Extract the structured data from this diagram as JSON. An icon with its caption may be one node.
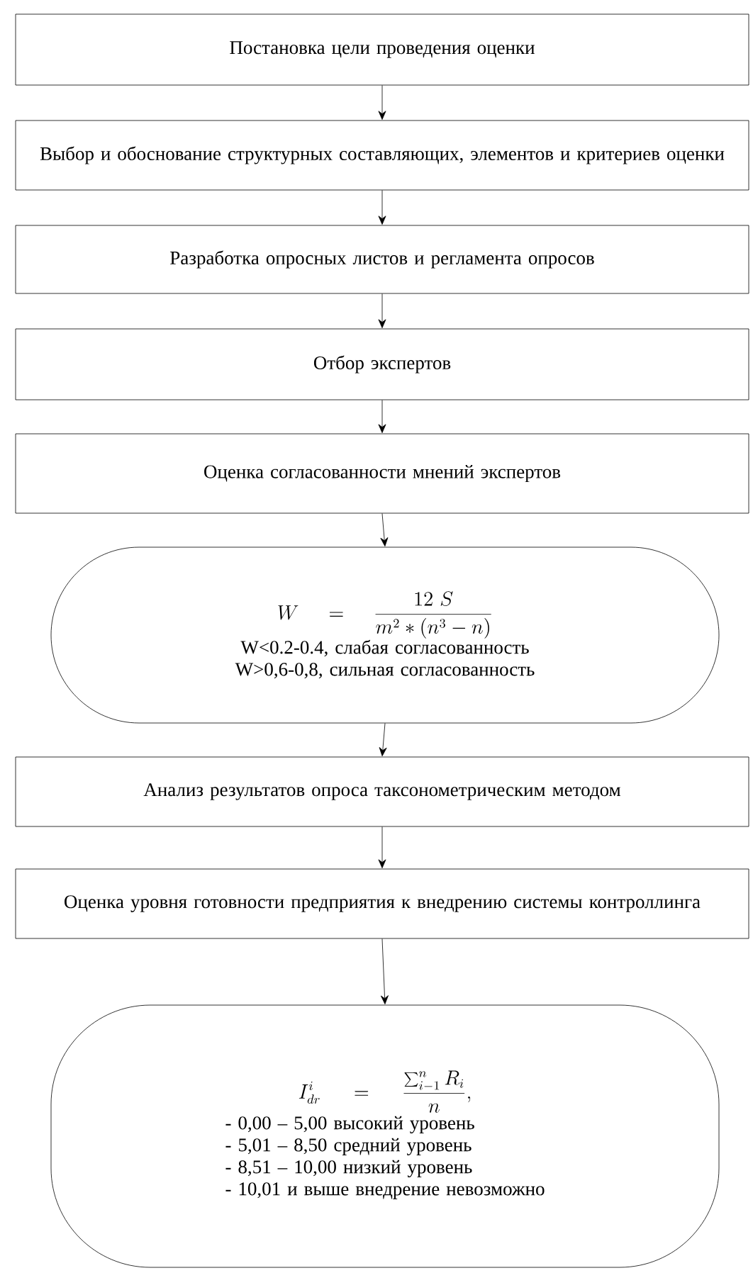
{
  "diagram": {
    "nodes": [
      {
        "text": [
          "Постановка цели проведения оценки"
        ]
      },
      {
        "text": [
          "Выбор и обоснование структурных составляющих, элементов и критериев оценки"
        ]
      },
      {
        "text": [
          "Разработка опросных листов и регламента опросов"
        ]
      },
      {
        "text": [
          "Отбор экспертов"
        ]
      },
      {
        "text": [
          "Оценка согласованности мнений экспертов"
        ]
      },
      {
        "text": [
          "W = \\frac{12\\ S}{m^{2} * (n^{3} - n)}",
          "W<0.2-0.4, слабая согласованность",
          "W>0,6-0,8, сильная согласованность"
        ]
      },
      {
        "text": [
          "Анализ результатов опроса таксонометрическим методом"
        ]
      },
      {
        "text": [
          "Оценка уровня готовности предприятия к внедрению системы контроллинга"
        ]
      },
      {
        "text": [
          "I^{i}_{dr} = \\frac{\\sum_{i-1}^{n} R_{i}}{n},",
          "- 0,00 – 5,00 высокий уровень",
          "- 5,01 – 8,50 средний уровень",
          "- 8,51 – 10,00 низкий уровень",
          "- 10,01 и выше внедрение невозможно"
        ]
      }
    ],
    "edges": [
      {
        "from": 0,
        "to": 1,
        "arrow": "to"
      },
      {
        "from": 1,
        "to": 2,
        "arrow": "to"
      },
      {
        "from": 2,
        "to": 3,
        "arrow": "to"
      },
      {
        "from": 3,
        "to": 4,
        "arrow": "to"
      },
      {
        "from": 4,
        "to": 5,
        "arrow": "to"
      },
      {
        "from": 5,
        "to": 6,
        "arrow": "to"
      },
      {
        "from": 6,
        "to": 7,
        "arrow": "to"
      },
      {
        "from": 7,
        "to": 8,
        "arrow": "to"
      }
    ]
  }
}
